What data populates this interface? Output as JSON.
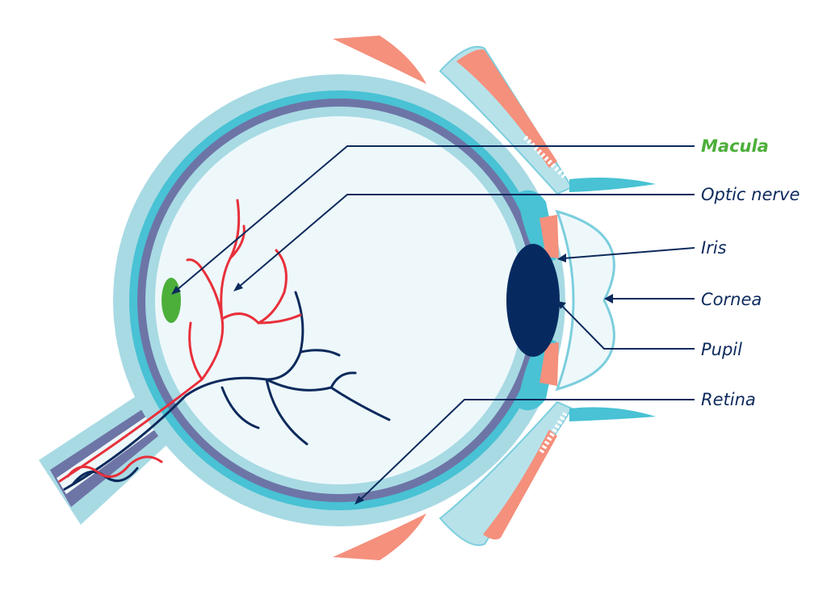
{
  "labels": {
    "macula": "Macula",
    "optic_nerve": "Optic nerve",
    "iris": "Iris",
    "cornea": "Cornea",
    "pupil": "Pupil",
    "retina": "Retina"
  },
  "colors": {
    "macula_label": "#4caf3a",
    "label_text": "#0d2a5c",
    "leader_line": "#0d2a5c",
    "sclera": "#a8dae4",
    "choroid": "#48c2d4",
    "retina_band": "#6d75a6",
    "vitreous": "#eef8fb",
    "muscle": "#f4907c",
    "artery": "#e8303b",
    "vein": "#0d2a5c",
    "pupil": "#062a60",
    "macula_spot": "#4caf3a"
  }
}
